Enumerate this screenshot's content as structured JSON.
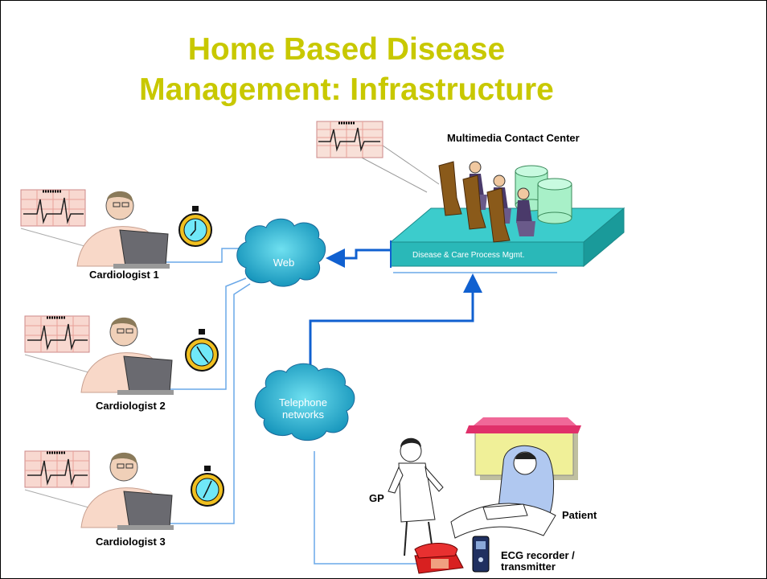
{
  "title": {
    "line1": "Home Based Disease",
    "line2": "Management: Infrastructure"
  },
  "labels": {
    "contact_center": "Multimedia Contact Center",
    "platform": "Disease & Care Process Mgmt.",
    "web": "Web",
    "telephone": "Telephone networks",
    "cardiologist_1": "Cardiologist 1",
    "cardiologist_2": "Cardiologist 2",
    "cardiologist_3": "Cardiologist 3",
    "gp": "GP",
    "patient": "Patient",
    "ecg": "ECG recorder / transmitter"
  },
  "colors": {
    "title": "#c8c800",
    "cloud": "#1aa8c8",
    "platform": "#2ab8b8",
    "arrow": "#1060d0",
    "line": "#6aa8e8",
    "database": "#a8f0c8",
    "house": "#f0f098",
    "roof": "#e0306a"
  }
}
